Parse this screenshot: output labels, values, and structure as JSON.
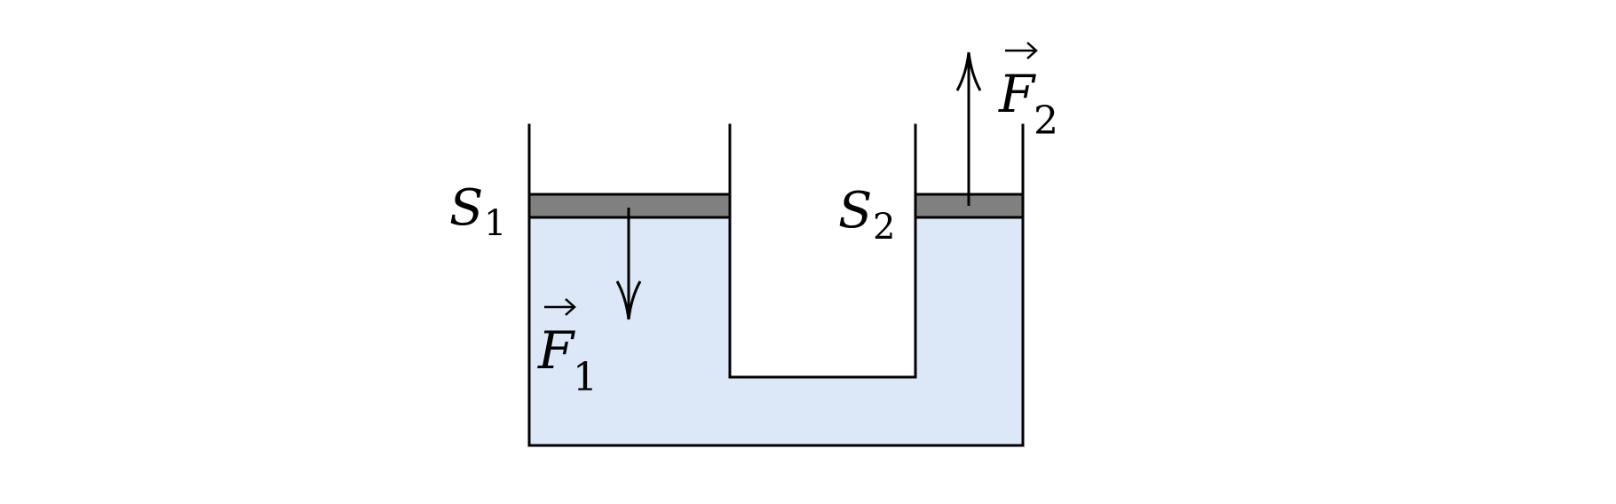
{
  "colors": {
    "fluid": "#dce8f7",
    "piston": "#808080",
    "stroke": "#000000"
  },
  "labels": {
    "s1": {
      "main": "S",
      "sub": "1"
    },
    "s2": {
      "main": "S",
      "sub": "2"
    },
    "f1": {
      "main": "F",
      "sub": "1"
    },
    "f2": {
      "main": "F",
      "sub": "2"
    }
  }
}
